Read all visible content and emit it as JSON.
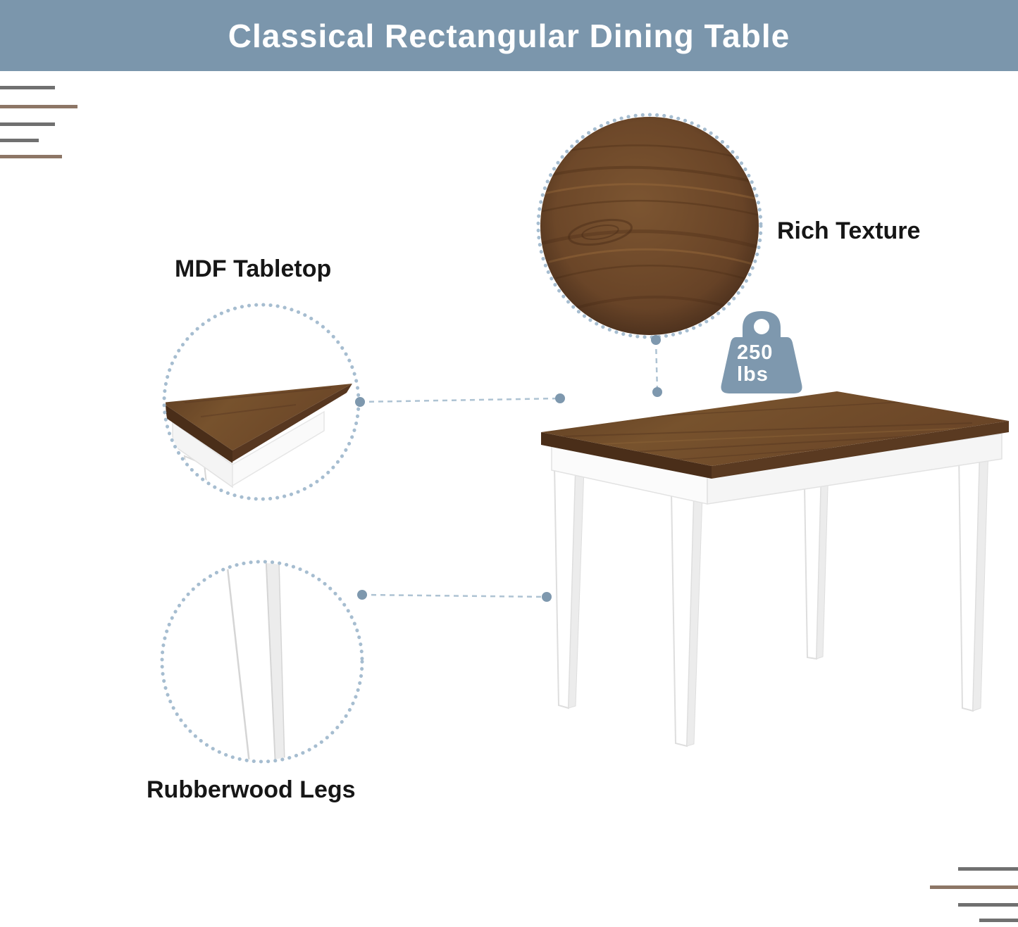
{
  "header": {
    "title": "Classical Rectangular Dining Table"
  },
  "callouts": {
    "mdf_tabletop": {
      "label": "MDF Tabletop"
    },
    "rich_texture": {
      "label": "Rich Texture"
    },
    "rubberwood_legs": {
      "label": "Rubberwood Legs"
    }
  },
  "weight_badge": {
    "value": "250",
    "unit": "lbs"
  },
  "colors": {
    "header_bg": "#7B96AC",
    "accent_blue": "#7E98AE",
    "dotted_circle": "#A6BDD0",
    "wood_dark": "#573720",
    "wood_mid": "#6E4B2B",
    "wood_light": "#83592F",
    "leg_white": "#FFFFFF",
    "decor_gray": "#707070",
    "decor_brown": "#8D7666",
    "text": "#161616"
  }
}
